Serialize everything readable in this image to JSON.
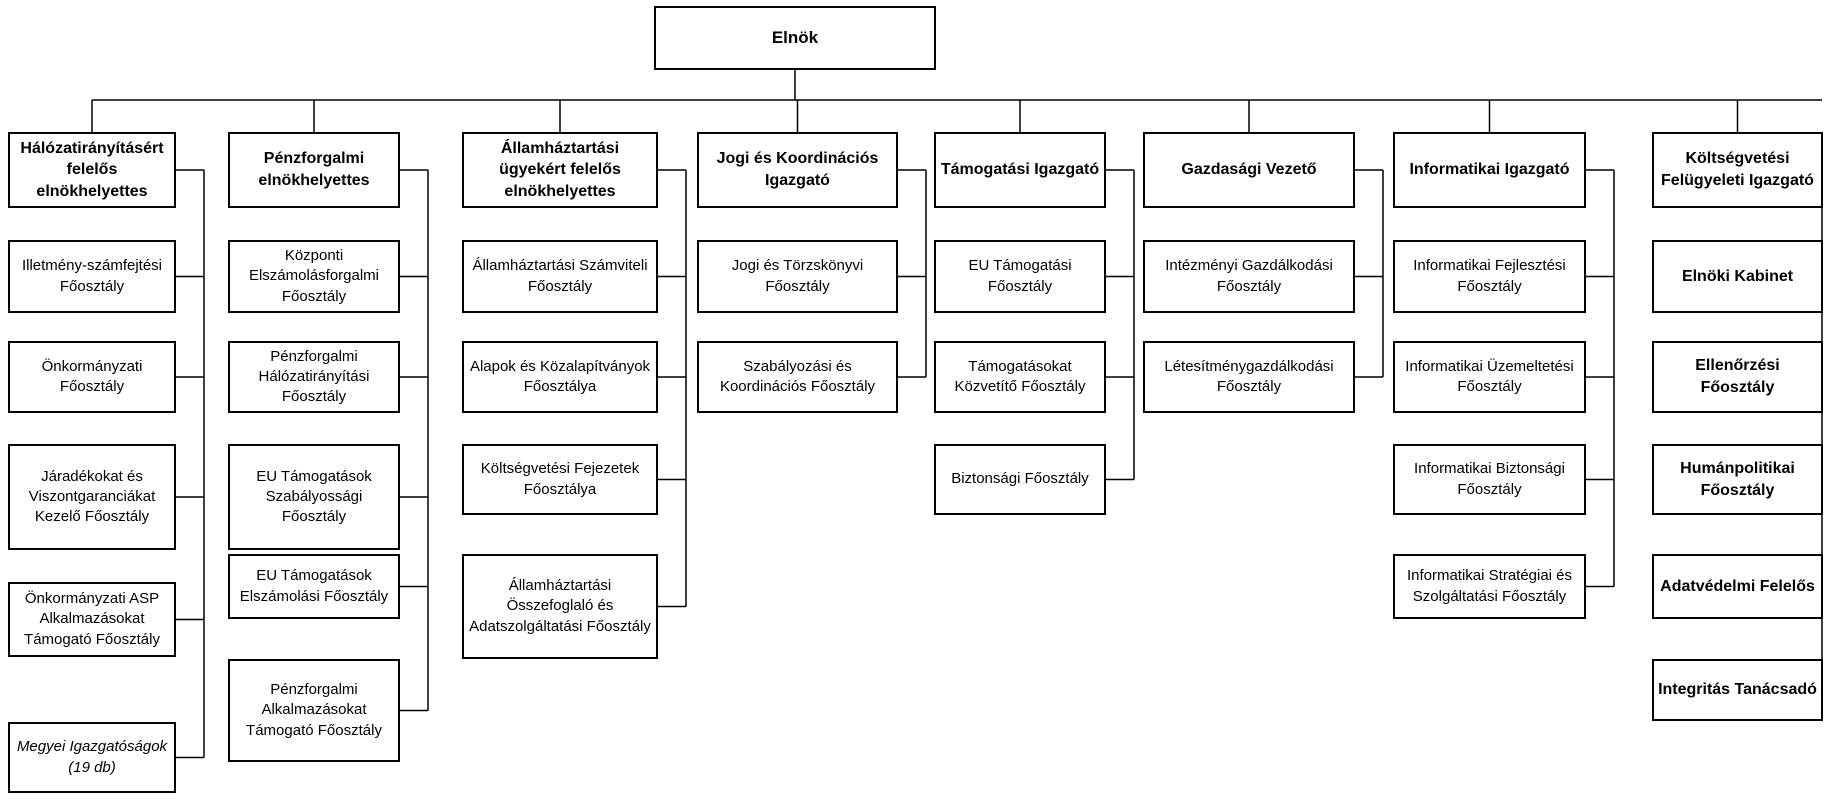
{
  "org_chart": {
    "root": "Elnök",
    "columns": [
      {
        "head": "Hálózatirányításért felelős elnökhelyettes",
        "children": [
          "Illetmény-számfejtési Főosztály",
          "Önkormányzati Főosztály",
          "Járadékokat és Viszontgaranciákat Kezelő Főosztály",
          "Önkormányzati ASP Alkalmazásokat Támogató Főosztály",
          "Megyei Igazgatóságok (19 db)"
        ]
      },
      {
        "head": "Pénzforgalmi elnökhelyettes",
        "children": [
          "Központi Elszámolásforgalmi Főosztály",
          "Pénzforgalmi Hálózatirányítási Főosztály",
          "EU Támogatások Szabályossági Főosztály",
          "EU Támogatások Elszámolási Főosztály",
          "Pénzforgalmi Alkalmazásokat Támogató Főosztály"
        ]
      },
      {
        "head": "Államháztartási ügyekért felelős elnökhelyettes",
        "children": [
          "Államháztartási Számviteli Főosztály",
          "Alapok és Közalapítványok Főosztálya",
          "Költségvetési Fejezetek Főosztálya",
          "Államháztartási Összefoglaló és Adatszolgáltatási Főosztály"
        ]
      },
      {
        "head": "Jogi és Koordinációs Igazgató",
        "children": [
          "Jogi és Törzskönyvi Főosztály",
          "Szabályozási és Koordinációs Főosztály"
        ]
      },
      {
        "head": "Támogatási Igazgató",
        "children": [
          "EU Támogatási Főosztály",
          "Támogatásokat Közvetítő Főosztály",
          "Biztonsági Főosztály"
        ]
      },
      {
        "head": "Gazdasági Vezető",
        "children": [
          "Intézményi Gazdálkodási Főosztály",
          "Létesítménygazdálkodási Főosztály"
        ]
      },
      {
        "head": "Informatikai Igazgató",
        "children": [
          "Informatikai Fejlesztési Főosztály",
          "Informatikai Üzemeltetési Főosztály",
          "Informatikai Biztonsági Főosztály",
          "Informatikai Stratégiai és Szolgáltatási Főosztály"
        ]
      },
      {
        "head": "Költségvetési Felügyeleti Igazgató",
        "children": [
          "Elnöki Kabinet",
          "Ellenőrzési Főosztály",
          "Humánpolitikai Főosztály",
          "Adatvédelmi Felelős",
          "Integritás Tanácsadó"
        ]
      }
    ]
  },
  "colors": {
    "line": "#000000",
    "box_border": "#000000",
    "background": "#ffffff"
  }
}
